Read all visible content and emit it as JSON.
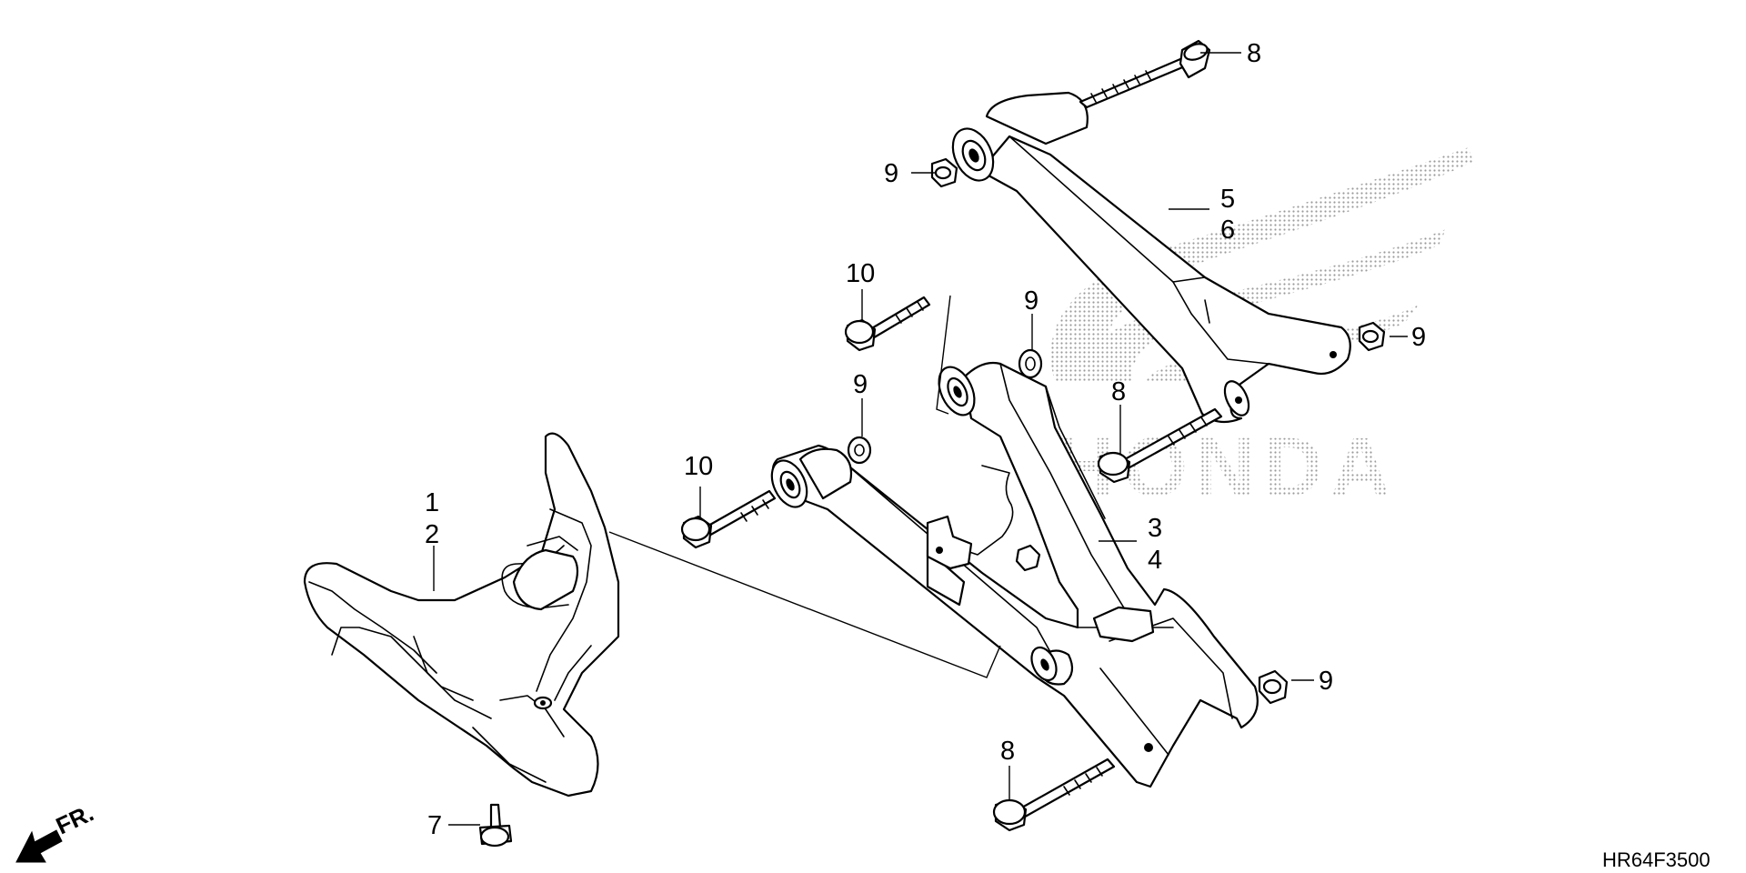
{
  "watermark": {
    "brand": "HONDA"
  },
  "callouts": {
    "c1": "1",
    "c2": "2",
    "c3": "3",
    "c4": "4",
    "c5": "5",
    "c6": "6",
    "c7": "7",
    "c8a": "8",
    "c8b": "8",
    "c8c": "8",
    "c9a": "9",
    "c9b": "9",
    "c9c": "9",
    "c9d": "9",
    "c9e": "9",
    "c10a": "10",
    "c10b": "10"
  },
  "direction_label": "FR.",
  "diagram_code": "HR64F3500",
  "icons": [
    "front-direction-arrow-icon"
  ]
}
